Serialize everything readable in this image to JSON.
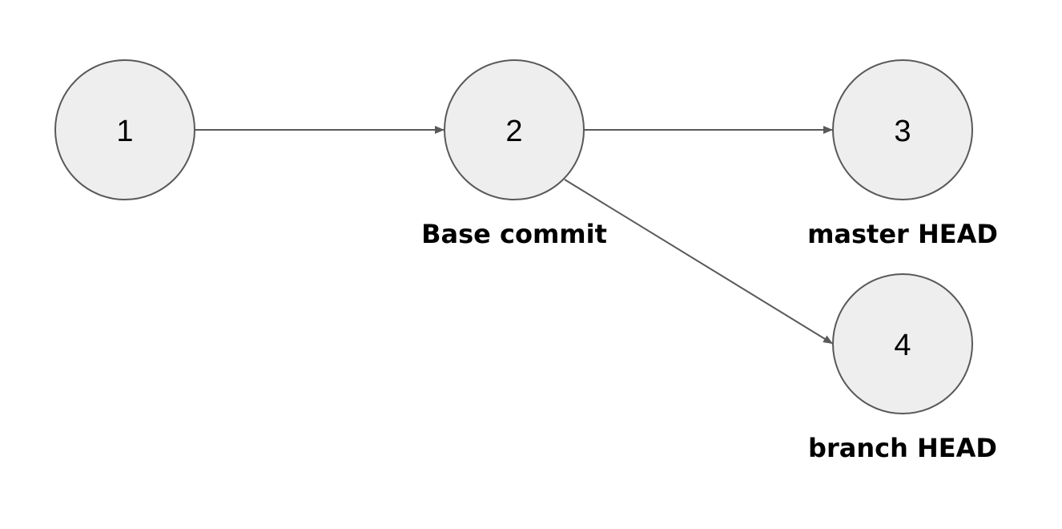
{
  "nodes": [
    {
      "id": "1",
      "label": "1",
      "caption": ""
    },
    {
      "id": "2",
      "label": "2",
      "caption": "Base commit"
    },
    {
      "id": "3",
      "label": "3",
      "caption": "master HEAD"
    },
    {
      "id": "4",
      "label": "4",
      "caption": "branch HEAD"
    }
  ],
  "edges": [
    {
      "from": "1",
      "to": "2"
    },
    {
      "from": "2",
      "to": "3"
    },
    {
      "from": "2",
      "to": "4"
    }
  ]
}
